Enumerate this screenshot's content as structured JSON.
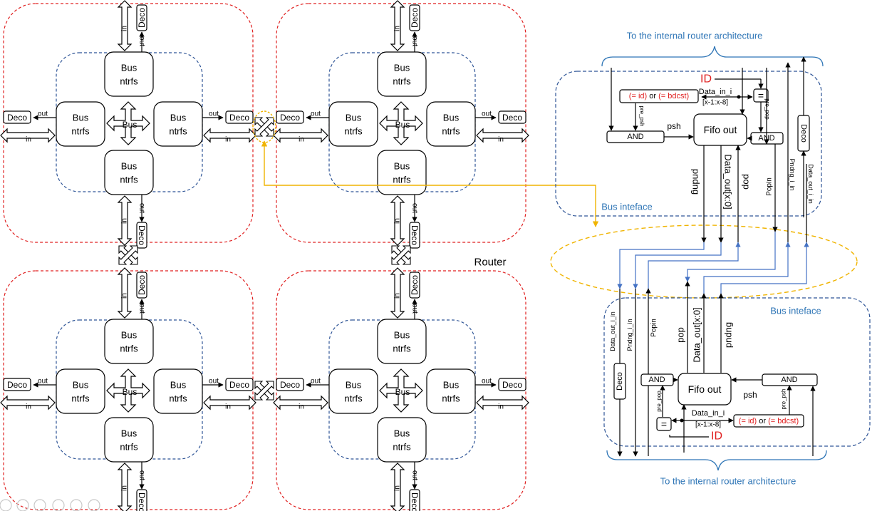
{
  "labels": {
    "bus": "Bus",
    "ntrfs": "ntrfs",
    "deco": "Deco",
    "in": "in",
    "out": "out",
    "router": "Router",
    "to_internal_top": "To the internal router architecture",
    "to_internal_bottom": "To the internal router architecture",
    "bus_interface": "Bus inteface",
    "id": "ID",
    "data_in": "Data_in_i",
    "data_range": "[x-1:x-8]",
    "match_id": "(= id)",
    "or_word": " or ",
    "match_bcst": "(= bdcst)",
    "eq": "=",
    "and": "AND",
    "fifo_out": "Fifo out",
    "psh": "psh",
    "pre_psh": "pre_psh",
    "pre_pop": "pre_pop",
    "pndng": "pndng",
    "data_out": "Data_out[x:0]",
    "pop": "pop",
    "popin": "Popin",
    "pndng_i_in": "Pndng_i_in",
    "data_out_i_in": "Data_out_i_in"
  },
  "colors": {
    "router_border": "#e02020",
    "bus_area_border": "#2f5597",
    "link": "#f0b400",
    "connector_blue": "#4472c4",
    "highlight_red": "#e02020",
    "title_blue": "#2e75b6"
  }
}
